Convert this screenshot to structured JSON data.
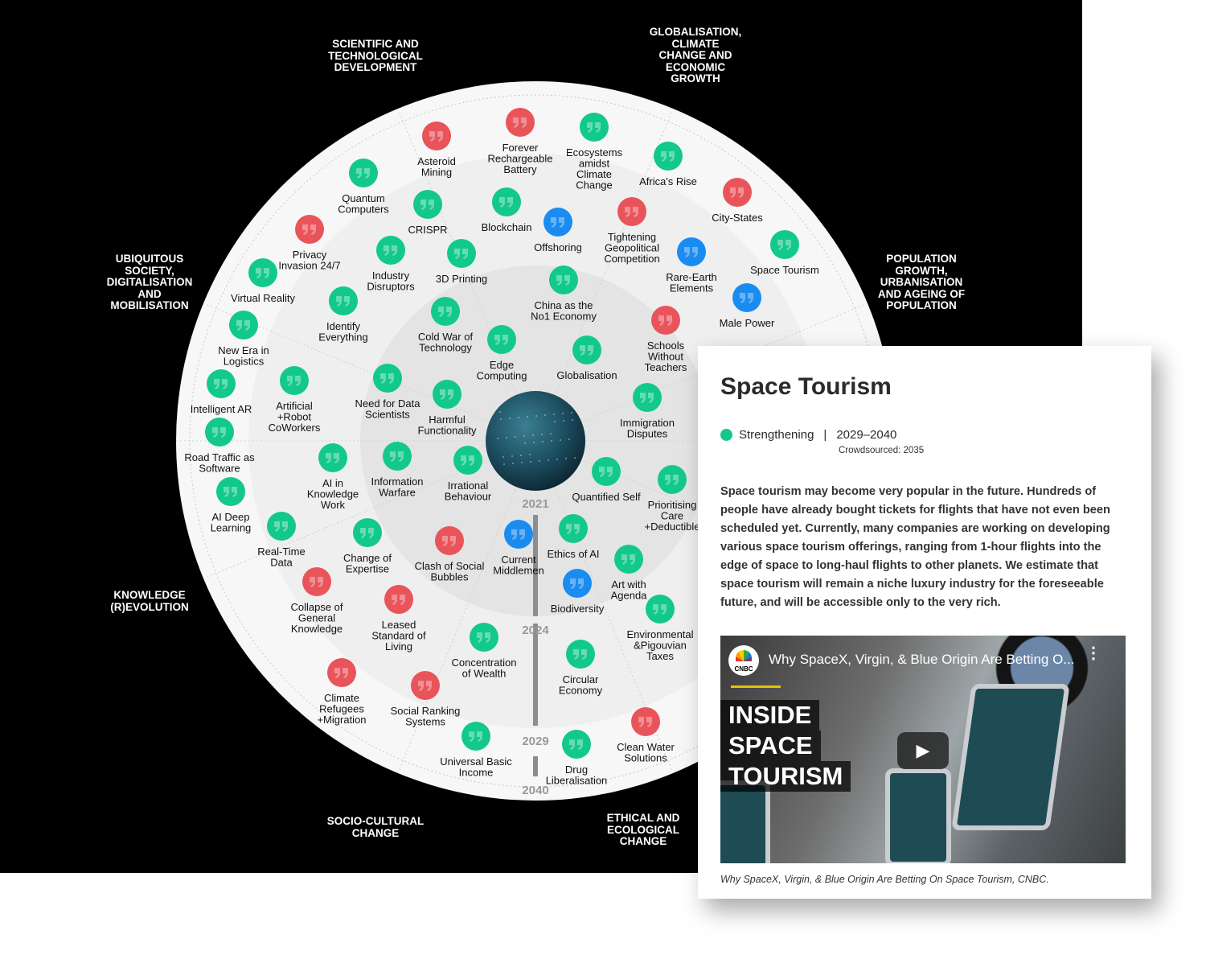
{
  "colors": {
    "strengthening": "#13c98a",
    "weakening": "#e9545b",
    "new": "#1a8cf0"
  },
  "categories": [
    "SCIENTIFIC AND\nTECHNOLOGICAL\nDEVELOPMENT",
    "GLOBALISATION,\nCLIMATE\nCHANGE AND\nECONOMIC\nGROWTH",
    "POPULATION\nGROWTH,\nURBANISATION\nAND AGEING OF\nPOPULATION",
    "UBIQUITOUS\nSOCIETY,\nDIGITALISATION\nAND\nMOBILISATION",
    "KNOWLEDGE\n(R)EVOLUTION",
    "SOCIO-CULTURAL\nCHANGE",
    "ETHICAL AND\nECOLOGICAL\nCHANGE"
  ],
  "years": [
    "2021",
    "2024",
    "2029",
    "2040"
  ],
  "trends": [
    {
      "label": "Asteroid\nMining",
      "status": "weakening"
    },
    {
      "label": "Forever\nRechargeable\nBattery",
      "status": "weakening"
    },
    {
      "label": "Ecosystems\namidst\nClimate\nChange",
      "status": "strengthening"
    },
    {
      "label": "Africa's Rise",
      "status": "strengthening"
    },
    {
      "label": "City-States",
      "status": "weakening"
    },
    {
      "label": "Space Tourism",
      "status": "strengthening"
    },
    {
      "label": "Quantum\nComputers",
      "status": "strengthening"
    },
    {
      "label": "CRISPR",
      "status": "strengthening"
    },
    {
      "label": "Blockchain",
      "status": "strengthening"
    },
    {
      "label": "Offshoring",
      "status": "new"
    },
    {
      "label": "Tightening\nGeopolitical\nCompetition",
      "status": "weakening"
    },
    {
      "label": "Rare-Earth\nElements",
      "status": "new"
    },
    {
      "label": "Male Power",
      "status": "new"
    },
    {
      "label": "Privacy\nInvasion 24/7",
      "status": "weakening"
    },
    {
      "label": "Virtual Reality",
      "status": "strengthening"
    },
    {
      "label": "Industry\nDisruptors",
      "status": "strengthening"
    },
    {
      "label": "3D Printing",
      "status": "strengthening"
    },
    {
      "label": "China as the\nNo1 Economy",
      "status": "strengthening"
    },
    {
      "label": "Identify\nEverything",
      "status": "strengthening"
    },
    {
      "label": "New Era in\nLogistics",
      "status": "strengthening"
    },
    {
      "label": "Cold War of\nTechnology",
      "status": "strengthening"
    },
    {
      "label": "Edge\nComputing",
      "status": "strengthening"
    },
    {
      "label": "Globalisation",
      "status": "strengthening"
    },
    {
      "label": "Schools\nWithout\nTeachers",
      "status": "weakening"
    },
    {
      "label": "Intelligent AR",
      "status": "strengthening"
    },
    {
      "label": "Artificial\n+Robot\nCoWorkers",
      "status": "strengthening"
    },
    {
      "label": "Need for Data\nScientists",
      "status": "strengthening"
    },
    {
      "label": "Harmful\nFunctionality",
      "status": "strengthening"
    },
    {
      "label": "Immigration\nDisputes",
      "status": "strengthening"
    },
    {
      "label": "Road Traffic as\nSoftware",
      "status": "strengthening"
    },
    {
      "label": "AI in\nKnowledge\nWork",
      "status": "strengthening"
    },
    {
      "label": "Information\nWarfare",
      "status": "strengthening"
    },
    {
      "label": "Irrational\nBehaviour",
      "status": "strengthening"
    },
    {
      "label": "Quantified Self",
      "status": "strengthening"
    },
    {
      "label": "Prioritising\nCare\n+Deductible",
      "status": "strengthening"
    },
    {
      "label": "AI Deep\nLearning",
      "status": "strengthening"
    },
    {
      "label": "Real-Time\nData",
      "status": "strengthening"
    },
    {
      "label": "Change of\nExpertise",
      "status": "strengthening"
    },
    {
      "label": "Clash of Social\nBubbles",
      "status": "weakening"
    },
    {
      "label": "Current\nMiddlemen",
      "status": "new"
    },
    {
      "label": "Ethics of AI",
      "status": "strengthening"
    },
    {
      "label": "Art with\nAgenda",
      "status": "strengthening"
    },
    {
      "label": "Collapse of\nGeneral\nKnowledge",
      "status": "weakening"
    },
    {
      "label": "Leased\nStandard of\nLiving",
      "status": "weakening"
    },
    {
      "label": "Biodiversity",
      "status": "new"
    },
    {
      "label": "Environmental\n&Pigouvian\nTaxes",
      "status": "strengthening"
    },
    {
      "label": "Concentration\nof Wealth",
      "status": "strengthening"
    },
    {
      "label": "Circular\nEconomy",
      "status": "strengthening"
    },
    {
      "label": "Climate\nRefugees\n+Migration",
      "status": "weakening"
    },
    {
      "label": "Social Ranking\nSystems",
      "status": "weakening"
    },
    {
      "label": "Clean Water\nSolutions",
      "status": "weakening"
    },
    {
      "label": "Universal Basic\nIncome",
      "status": "strengthening"
    },
    {
      "label": "Drug\nLiberalisation",
      "status": "strengthening"
    }
  ],
  "card": {
    "title": "Space Tourism",
    "status": "Strengthening",
    "separator": "|",
    "timeframe": "2029–2040",
    "crowdsourced": "Crowdsourced: 2035",
    "description": "Space tourism may become very popular in the future. Hundreds of people have already bought tickets for flights that have not even been scheduled yet. Currently, many companies are working on developing various space tourism offerings, ranging from 1-hour flights into the edge of space to long-haul flights to other planets. We estimate that space tourism will remain a niche luxury industry for the foreseeable future, and will be accessible only to the very rich.",
    "video": {
      "title": "Why SpaceX, Virgin, & Blue Origin Are Betting O...",
      "channel_logo": "CNBC",
      "overlay": [
        "INSIDE",
        "SPACE",
        "TOURISM"
      ],
      "play_icon": "play-icon",
      "menu_icon": "kebab-menu-icon"
    },
    "caption": "Why SpaceX, Virgin, & Blue Origin Are Betting On Space Tourism, CNBC."
  }
}
